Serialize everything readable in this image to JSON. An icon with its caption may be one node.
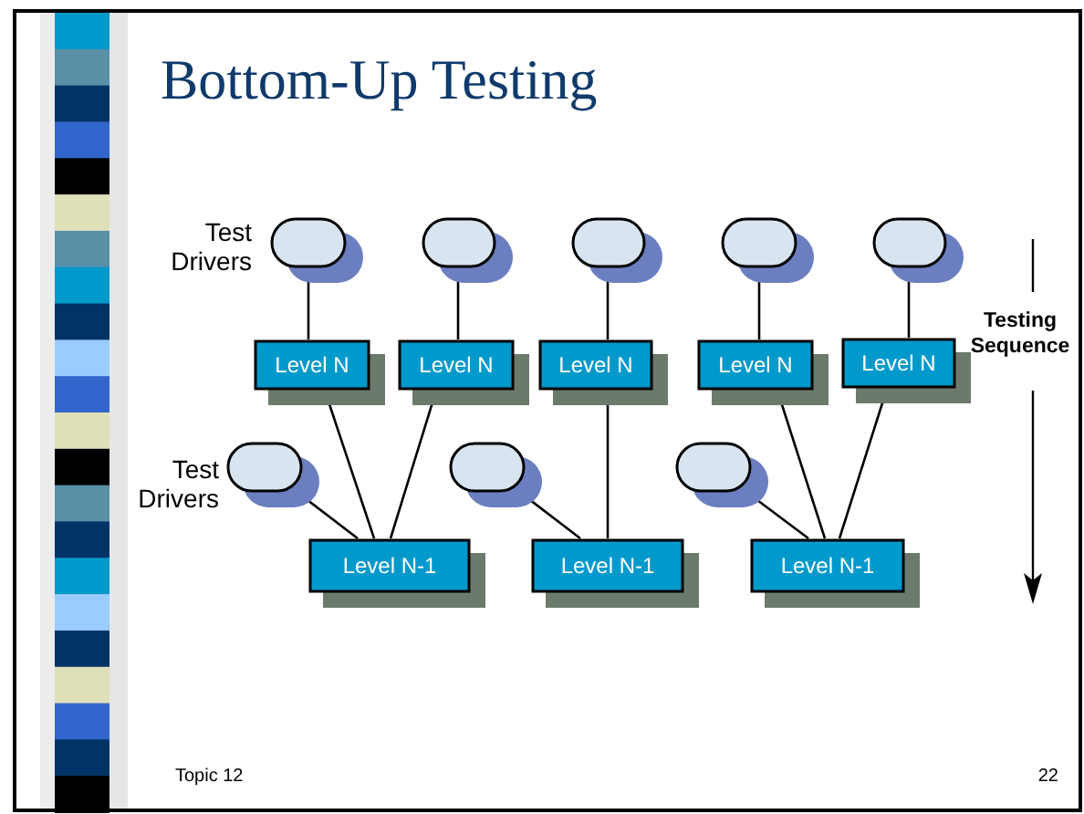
{
  "diagram": {
    "title": "Bottom-Up Testing",
    "nodes": [
      {
        "text": [],
        "shape": "ellipse"
      },
      {
        "text": [],
        "shape": "ellipse"
      },
      {
        "text": [],
        "shape": "ellipse"
      },
      {
        "text": [],
        "shape": "ellipse"
      },
      {
        "text": [],
        "shape": "ellipse"
      },
      {
        "text": [
          "Level N"
        ]
      },
      {
        "text": [
          "Level N"
        ]
      },
      {
        "text": [
          "Level N"
        ]
      },
      {
        "text": [
          "Level N"
        ]
      },
      {
        "text": [
          "Level N"
        ]
      },
      {
        "text": [],
        "shape": "ellipse"
      },
      {
        "text": [],
        "shape": "ellipse"
      },
      {
        "text": [],
        "shape": "ellipse"
      },
      {
        "text": [
          "Level N-1"
        ]
      },
      {
        "text": [
          "Level N-1"
        ]
      },
      {
        "text": [
          "Level N-1"
        ]
      }
    ],
    "edges": [
      {
        "from": 0,
        "to": 5,
        "arrow": "none"
      },
      {
        "from": 1,
        "to": 6,
        "arrow": "none"
      },
      {
        "from": 2,
        "to": 7,
        "arrow": "none"
      },
      {
        "from": 3,
        "to": 8,
        "arrow": "none"
      },
      {
        "from": 4,
        "to": 9,
        "arrow": "none"
      },
      {
        "from": 5,
        "to": 13,
        "arrow": "none"
      },
      {
        "from": 6,
        "to": 13,
        "arrow": "none"
      },
      {
        "from": 7,
        "to": 14,
        "arrow": "none"
      },
      {
        "from": 8,
        "to": 15,
        "arrow": "none"
      },
      {
        "from": 9,
        "to": 15,
        "arrow": "none"
      },
      {
        "from": 10,
        "to": 13,
        "arrow": "none"
      },
      {
        "from": 11,
        "to": 14,
        "arrow": "none"
      },
      {
        "from": 12,
        "to": 15,
        "arrow": "none"
      }
    ],
    "labels": [
      "Test Drivers",
      "Testing Sequence",
      "Test Drivers",
      "Topic 12",
      "22"
    ]
  }
}
